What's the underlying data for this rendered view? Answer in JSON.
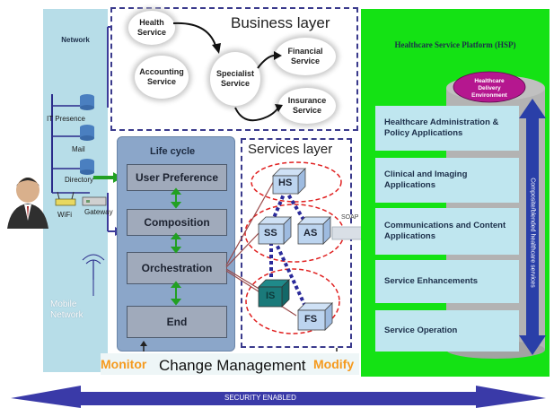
{
  "network": {
    "title": "Network",
    "items": [
      "IT Presence",
      "Mail",
      "Directory",
      "WiFi",
      "Gateway"
    ],
    "mobile": "Mobile Network"
  },
  "business": {
    "title": "Business layer",
    "health": "Health Service",
    "accounting": "Accounting Service",
    "specialist": "Specialist Service",
    "financial": "Financial Service",
    "insurance": "Insurance Service"
  },
  "lifecycle": {
    "title": "Life cycle",
    "user_pref": "User Preference",
    "composition": "Composition",
    "orchestration": "Orchestration",
    "end": "End"
  },
  "services": {
    "title": "Services layer",
    "hs": "HS",
    "ss": "SS",
    "as": "AS",
    "is": "IS",
    "fs": "FS",
    "soap": "SOAP"
  },
  "hsp": {
    "title": "Healthcare Service Platform (HSP)",
    "cylinder_top": "Healthcare Delivery Environment",
    "admin": "Healthcare Administration & Policy Applications",
    "clinical": "Clinical and Imaging Applications",
    "comms": "Communications and Content Applications",
    "enhance": "Service Enhancements",
    "operation": "Service Operation",
    "vertical": "Composite/blended healthcare services"
  },
  "bottom": {
    "monitor": "Monitor",
    "change": "Change Management",
    "modify": "Modify",
    "security": "SECURITY ENABLED"
  },
  "colors": {
    "hsp_green": "#14e214",
    "network_blue": "#b7dde8",
    "lifecycle_blue": "#8ba6c9",
    "accent_orange": "#f59a1e",
    "arrow_navy": "#3d3a9a"
  }
}
